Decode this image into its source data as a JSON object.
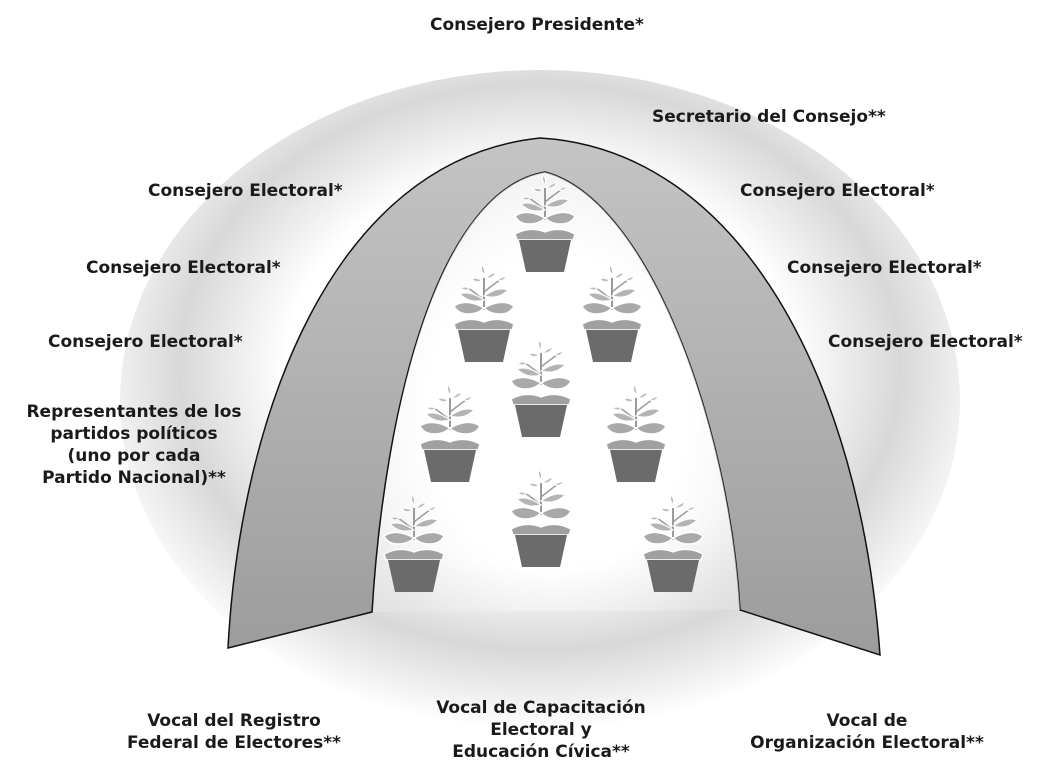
{
  "title": "Consejero Presidente*",
  "secretary": "Secretario del Consejo**",
  "left_councilors": [
    "Consejero Electoral*",
    "Consejero Electoral*",
    "Consejero Electoral*"
  ],
  "right_councilors": [
    "Consejero Electoral*",
    "Consejero Electoral*",
    "Consejero Electoral*"
  ],
  "representatives": [
    "Representantes de los",
    "partidos políticos",
    "(uno por cada",
    "Partido Nacional)**"
  ],
  "vocales": {
    "left": [
      "Vocal del Registro",
      "Federal de Electores**"
    ],
    "center": [
      "Vocal de Capacitación",
      "Electoral y",
      "Educación Cívica**"
    ],
    "right": [
      "Vocal de",
      "Organización Electoral**"
    ]
  },
  "colors": {
    "arch_fill": "#a8a8a8",
    "arch_stroke": "#111111",
    "pot": "#6b6b6b",
    "leaf": "#b9b9b9",
    "text": "#1a1a1a"
  },
  "icons": {
    "plant": "potted-plant-icon"
  }
}
